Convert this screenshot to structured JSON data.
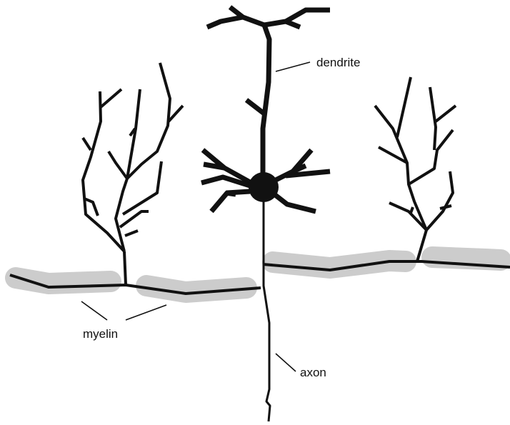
{
  "labels": {
    "dendrite": "dendrite",
    "myelin": "myelin",
    "axon": "axon"
  },
  "colors": {
    "ink": "#111111",
    "myelin_sheath": "#cccccc",
    "background": "#ffffff"
  }
}
